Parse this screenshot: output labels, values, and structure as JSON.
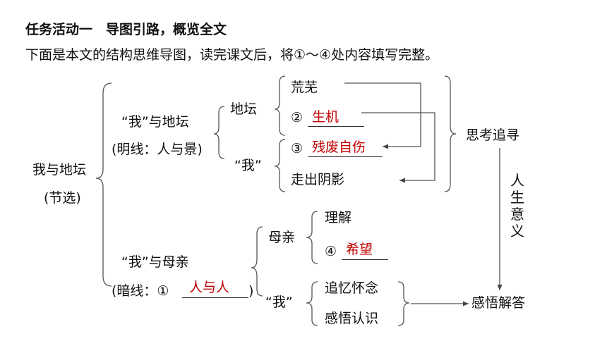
{
  "heading": "任务活动一　导图引路，概览全文",
  "instruction": "下面是本文的结构思维导图，读完课文后，将①～④处内容填写完整。",
  "root": {
    "title": "我与地坛",
    "subtitle": "(节选)"
  },
  "branch1": {
    "label": "“我”与地坛",
    "note": "(明线：人与景)",
    "sub1": {
      "label": "地坛",
      "items": [
        "荒芜",
        "生机"
      ],
      "item2_num": "②"
    },
    "sub2": {
      "label": "“我”",
      "items": [
        "残废自伤",
        "走出阴影"
      ],
      "item1_num": "③"
    }
  },
  "branch2": {
    "label": "“我”与母亲",
    "note_prefix": "(暗线：①",
    "note_answer": "人与人",
    "note_suffix": ")",
    "sub1": {
      "label": "母亲",
      "items": [
        "理解",
        "希望"
      ],
      "item2_num": "④"
    },
    "sub2": {
      "label": "“我”",
      "items": [
        "追忆怀念",
        "感悟认识"
      ]
    }
  },
  "right": {
    "top": "思考追寻",
    "vertical": [
      "人",
      "生",
      "意",
      "义"
    ],
    "bottom": "感悟解答"
  },
  "colors": {
    "answer": "#c00000",
    "line": "#555555"
  }
}
